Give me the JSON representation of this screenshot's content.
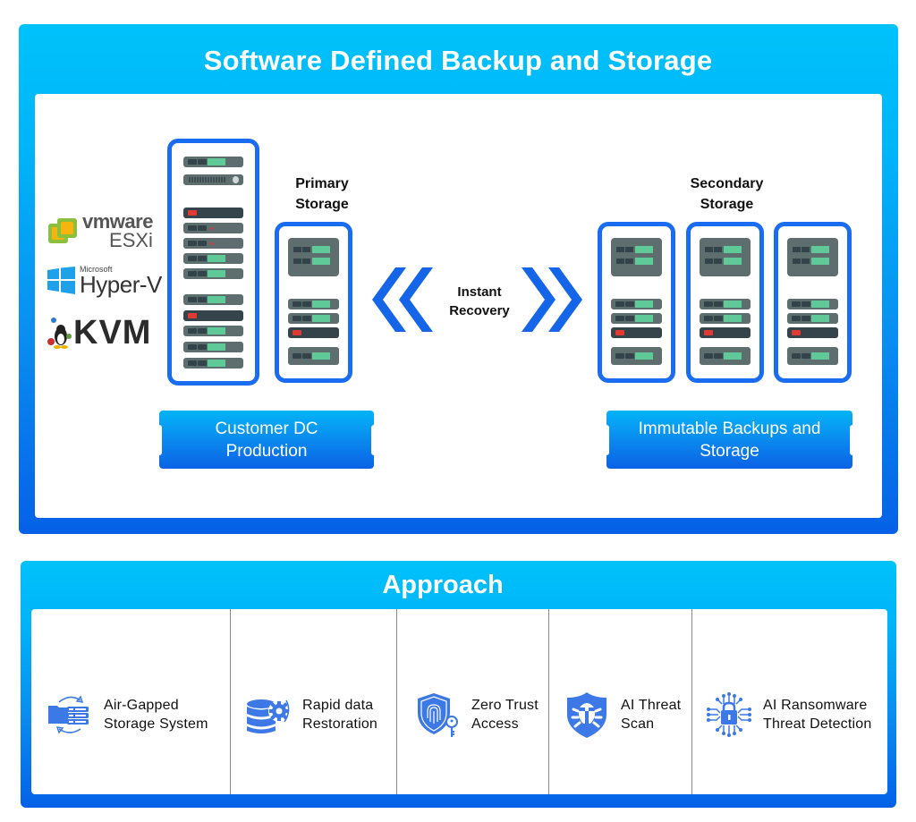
{
  "diagram": {
    "title": "Software Defined Backup and Storage",
    "hypervisors": [
      {
        "name": "VMware ESXi",
        "brand": "vmware",
        "product": "ESXi",
        "icon": "vmware-logo-icon"
      },
      {
        "name": "Microsoft Hyper-V",
        "brand": "Microsoft",
        "product": "Hyper-V",
        "icon": "windows-logo-icon"
      },
      {
        "name": "KVM",
        "brand": "KVM",
        "icon": "tux-penguin-icon"
      }
    ],
    "primary_storage_label": "Primary Storage",
    "primary_storage_lines": [
      "Primary",
      "Storage"
    ],
    "secondary_storage_label": "Secondary Storage",
    "secondary_storage_lines": [
      "Secondary",
      "Storage"
    ],
    "instant_recovery_lines": [
      "Instant",
      "Recovery"
    ],
    "left_tag_lines": [
      "Customer DC",
      "Production"
    ],
    "right_tag_lines": [
      "Immutable Backups and",
      "Storage"
    ],
    "secondary_rack_count": 3
  },
  "approach": {
    "title": "Approach",
    "items": [
      {
        "icon": "air-gap-server-sync-icon",
        "lines": [
          "Air-Gapped",
          "Storage System"
        ]
      },
      {
        "icon": "database-gear-icon",
        "lines": [
          "Rapid data",
          "Restoration"
        ]
      },
      {
        "icon": "shield-fingerprint-key-icon",
        "lines": [
          "Zero Trust",
          "Access"
        ]
      },
      {
        "icon": "shield-bug-icon",
        "lines": [
          "AI Threat",
          "Scan"
        ]
      },
      {
        "icon": "circuit-lock-icon",
        "lines": [
          "AI Ransomware",
          "Threat Detection"
        ]
      }
    ]
  },
  "colors": {
    "panel_top": "#00c2fb",
    "panel_bottom": "#0561e8",
    "rack_border": "#1a6cf0",
    "chevron": "#1565e8",
    "icon_blue": "#3c78e6",
    "led_green": "#5fc997",
    "led_red": "#e03a33",
    "server_gray": "#5e6e6e"
  }
}
